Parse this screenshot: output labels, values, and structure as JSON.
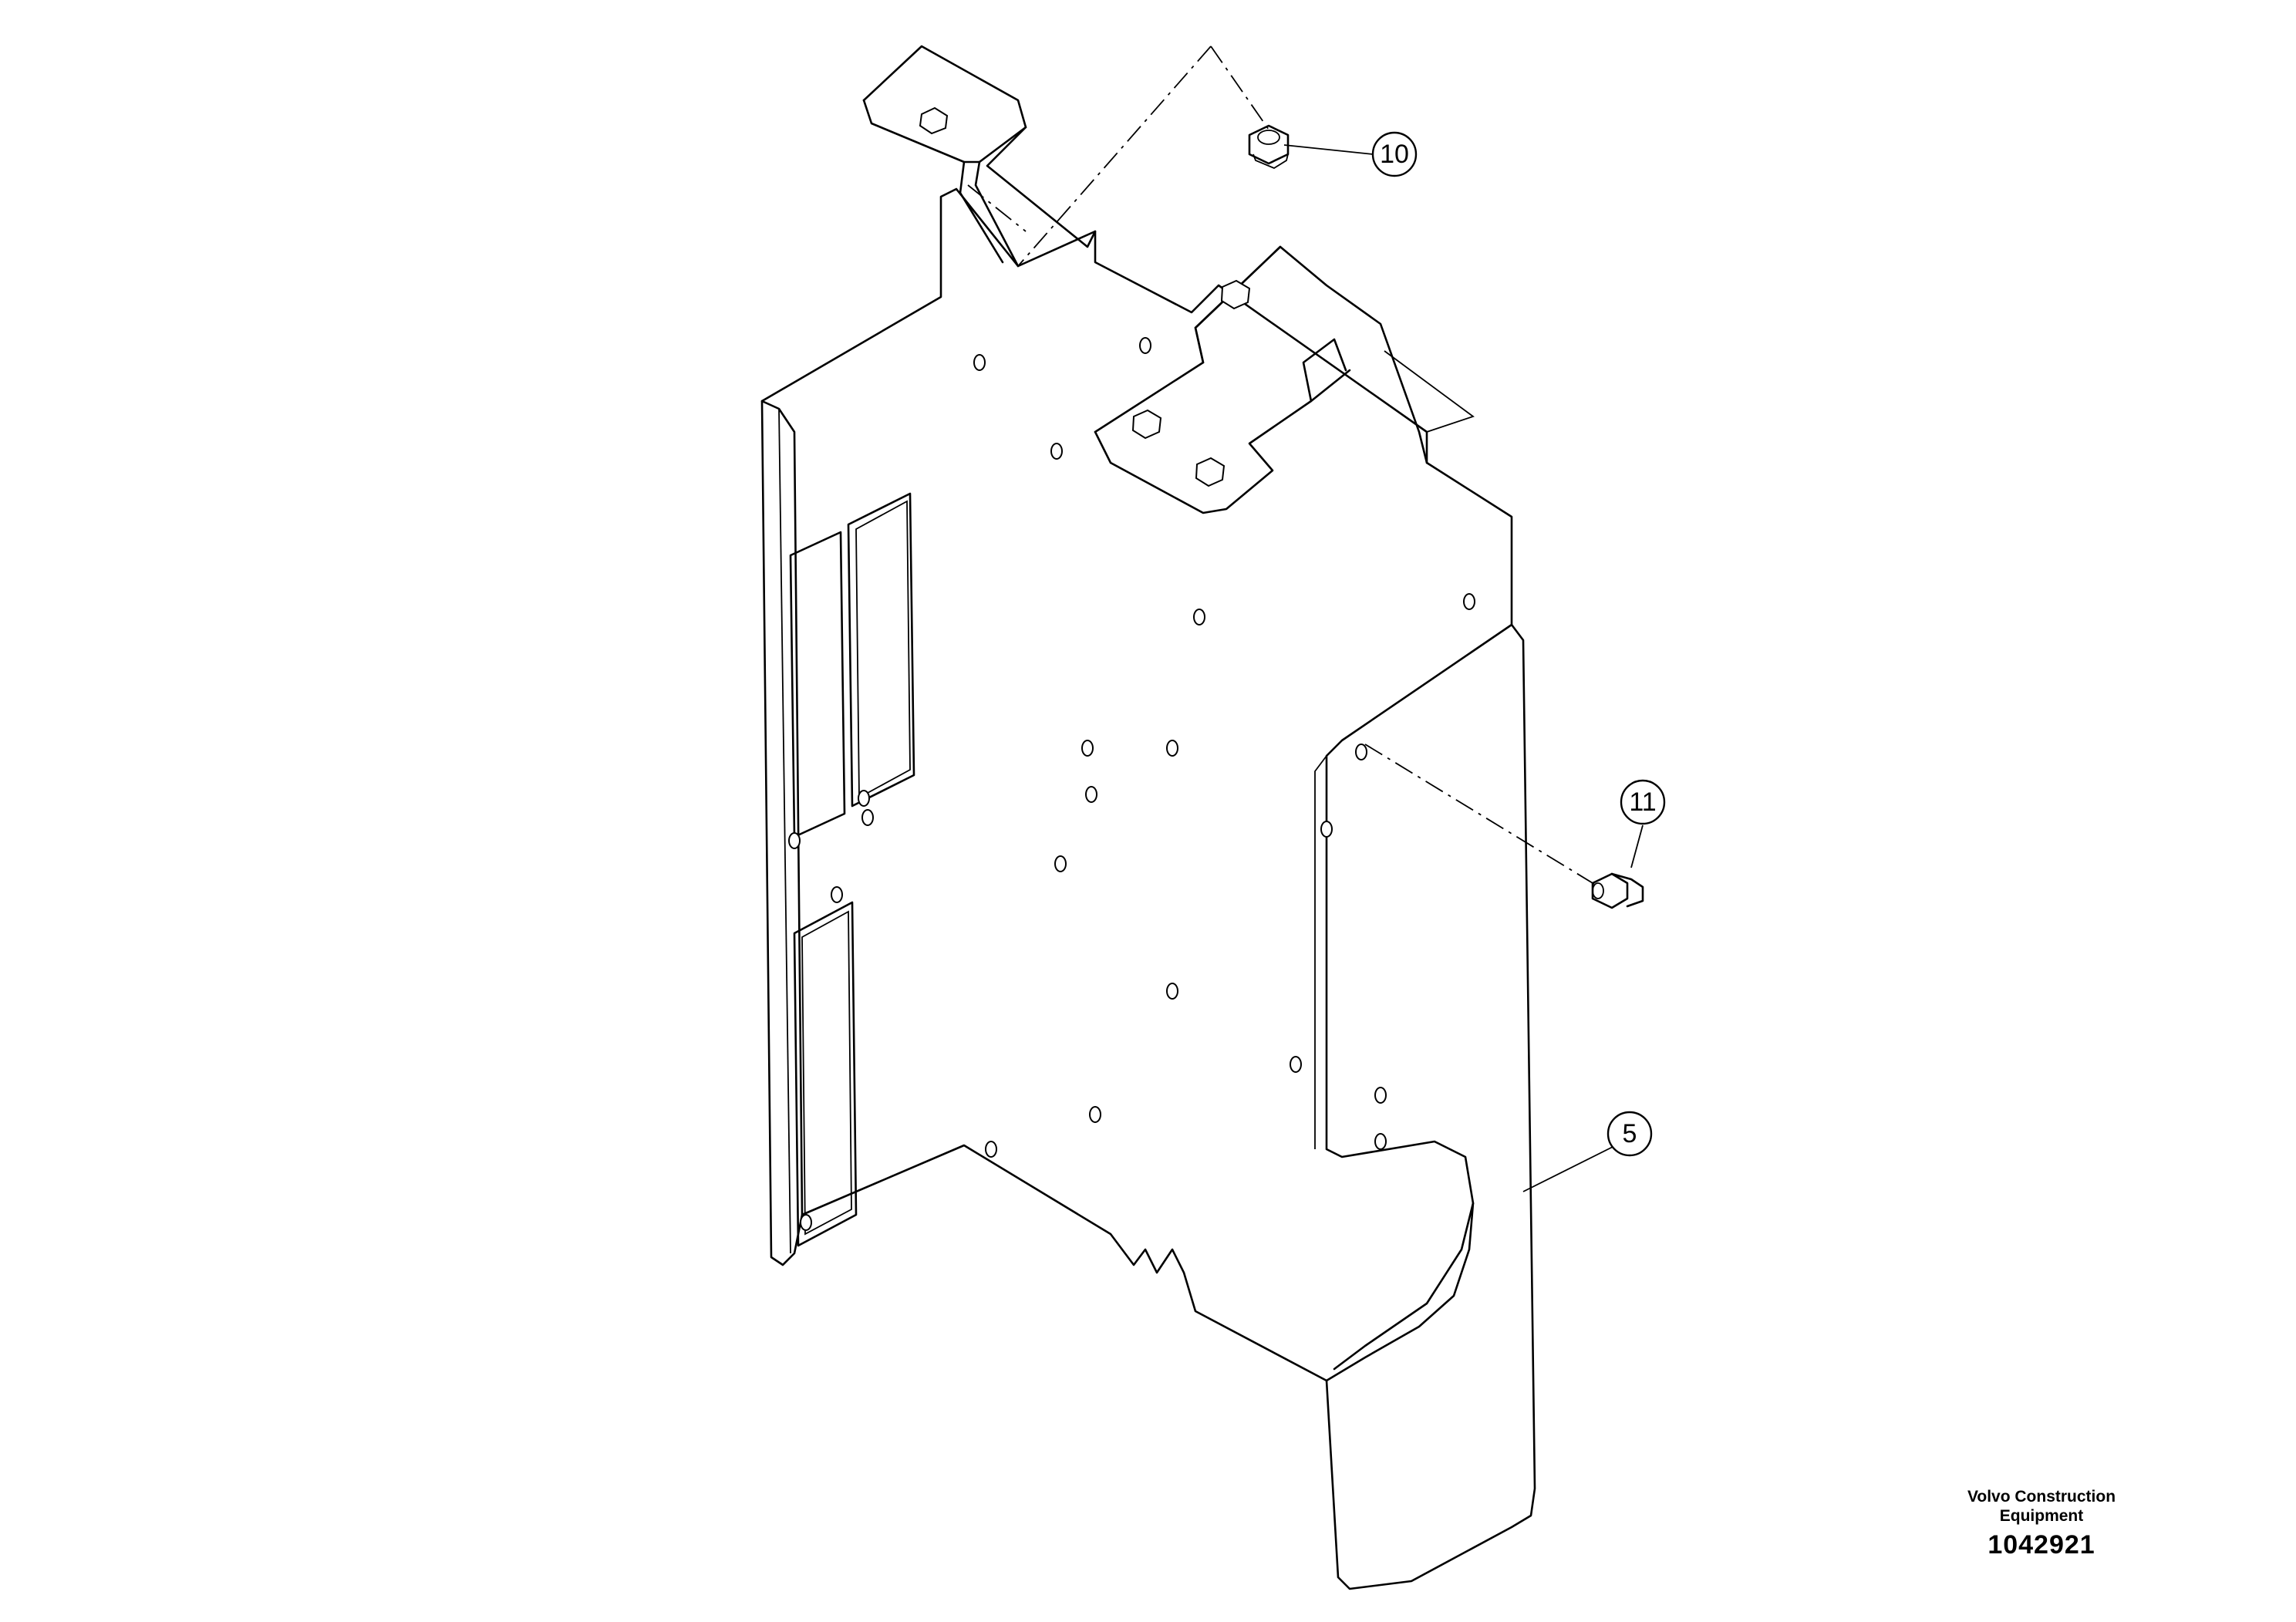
{
  "callouts": [
    {
      "label": "10"
    },
    {
      "label": "11"
    },
    {
      "label": "5"
    }
  ],
  "footer": {
    "manufacturer": "Volvo Construction Equipment",
    "document_number": "1042921"
  }
}
